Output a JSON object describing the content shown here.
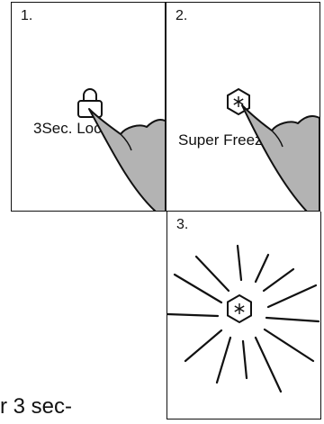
{
  "panels": [
    {
      "number": "1.",
      "caption": "3Sec. Lock",
      "icon": "padlock-icon"
    },
    {
      "number": "2.",
      "caption": "Super Freeze",
      "icon": "snowflake-hexagon-icon"
    },
    {
      "number": "3.",
      "icon": "snowflake-hexagon-icon"
    }
  ],
  "footer_fragment": "r 3 sec-",
  "colors": {
    "line": "#111111",
    "hand_fill": "#b3b3b3"
  }
}
